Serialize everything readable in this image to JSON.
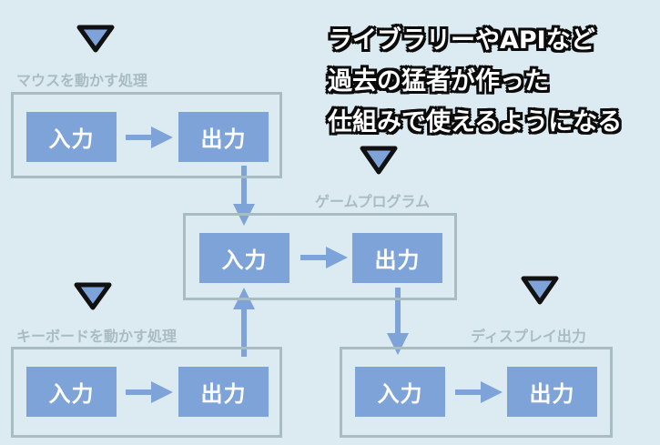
{
  "groups": {
    "mouse": {
      "label": "マウスを動かす処理",
      "input": "入力",
      "output": "出力"
    },
    "game": {
      "label": "ゲームプログラム",
      "input": "入力",
      "output": "出力"
    },
    "keyboard": {
      "label": "キーボードを動かす処理",
      "input": "入力",
      "output": "出力"
    },
    "display": {
      "label": "ディスプレイ出力",
      "input": "入力",
      "output": "出力"
    }
  },
  "annotation": {
    "line1": "ライブラリーやAPIなど",
    "line2": "過去の猛者が作った",
    "line3": "仕組みで使えるようになる"
  },
  "colors": {
    "background": "#dcebf1",
    "frame": "#a8bcc2",
    "box": "#7ea3d9",
    "arrow": "#7ea3d9",
    "marker_fill": "#7ea3d9",
    "marker_stroke": "#111111"
  }
}
